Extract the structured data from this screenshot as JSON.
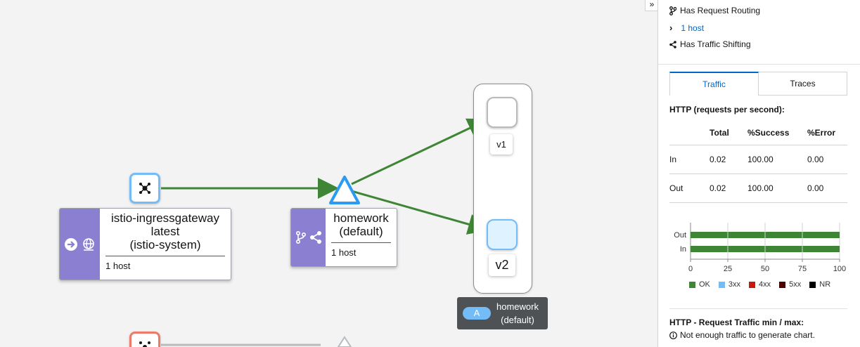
{
  "graph": {
    "gateway_node": {
      "line1": "istio-ingressgateway",
      "line2": "latest",
      "line3": "(istio-system)",
      "sub": "1 host"
    },
    "service_node": {
      "line1": "homework",
      "line2": "(default)",
      "sub": "1 host"
    },
    "versions": [
      {
        "label": "v1"
      },
      {
        "label": "v2"
      }
    ],
    "app_tag": {
      "pill": "A",
      "line1": "homework",
      "line2": "(default)"
    },
    "edge_color": "#3e8635",
    "accent_blue": "#73bcf7",
    "node_purple": "#8a7fd1"
  },
  "panel": {
    "collapse_icon": "»",
    "props": {
      "request_routing": "Has Request Routing",
      "hosts": "1 host",
      "traffic_shifting": "Has Traffic Shifting"
    },
    "tabs": [
      {
        "label": "Traffic",
        "active": true
      },
      {
        "label": "Traces",
        "active": false
      }
    ],
    "http_title": "HTTP (requests per second):",
    "table": {
      "headers": [
        "",
        "Total",
        "%Success",
        "%Error"
      ],
      "rows": [
        [
          "In",
          "0.02",
          "100.00",
          "0.00"
        ],
        [
          "Out",
          "0.02",
          "100.00",
          "0.00"
        ]
      ]
    },
    "chart_data": {
      "type": "bar",
      "orientation": "horizontal",
      "stacked": true,
      "categories": [
        "Out",
        "In"
      ],
      "series": [
        {
          "name": "OK",
          "values": [
            100,
            100
          ],
          "color": "#3e8635"
        },
        {
          "name": "3xx",
          "values": [
            0,
            0
          ],
          "color": "#73bcf7"
        },
        {
          "name": "4xx",
          "values": [
            0,
            0
          ],
          "color": "#c9190b"
        },
        {
          "name": "5xx",
          "values": [
            0,
            0
          ],
          "color": "#470000"
        },
        {
          "name": "NR",
          "values": [
            0,
            0
          ],
          "color": "#000000"
        }
      ],
      "xticks": [
        "0",
        "25",
        "50",
        "75",
        "100"
      ],
      "xlim": [
        0,
        100
      ],
      "grid": true,
      "legend": "bottom"
    },
    "min_max_title": "HTTP - Request Traffic min / max:",
    "min_max_note": "Not enough traffic to generate chart."
  }
}
